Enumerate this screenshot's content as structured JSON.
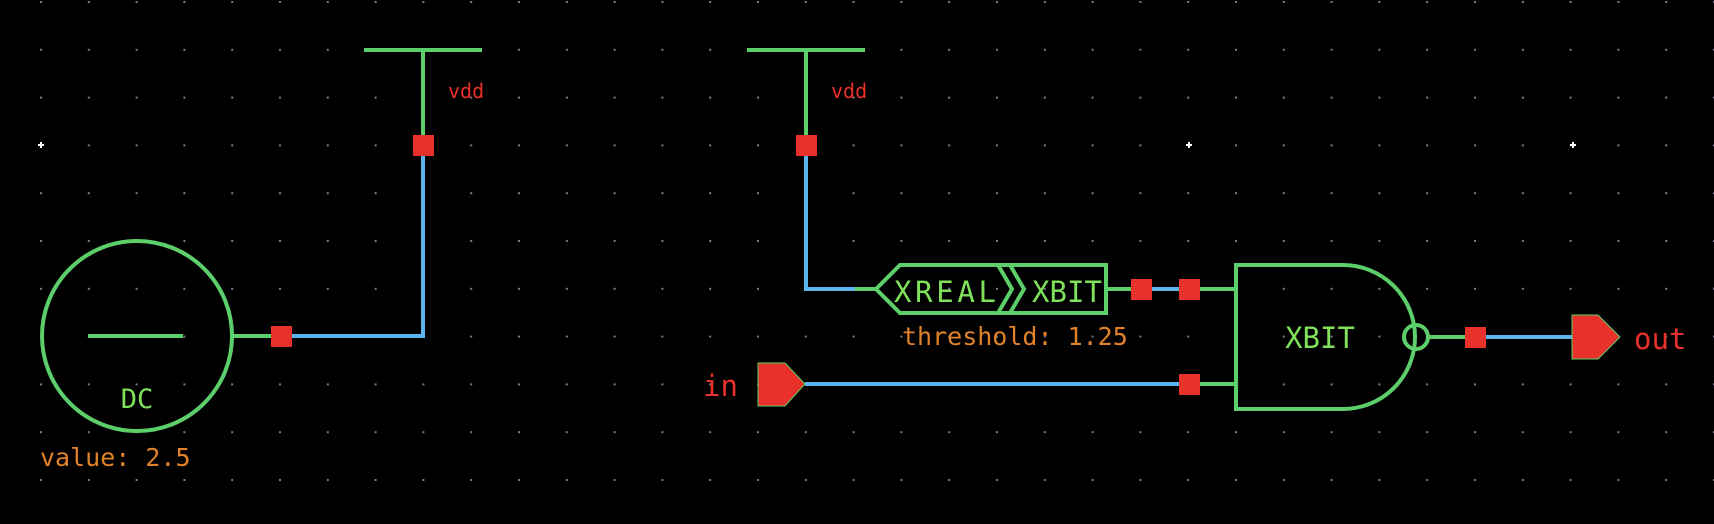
{
  "colors": {
    "background": "#000000",
    "grid_dot": "#7a7a8c",
    "grid_marker": "#ffffff",
    "symbol": "#5ccf6a",
    "wire": "#5ab4ee",
    "pin": "#e8312a",
    "net_label": "#e8312a",
    "symbol_text": "#7fe25a",
    "param_text": "#e0822a"
  },
  "schematic": {
    "supplies": [
      {
        "id": "vdd-left",
        "label": "vdd"
      },
      {
        "id": "vdd-right",
        "label": "vdd"
      }
    ],
    "dc_source": {
      "label": "DC",
      "param": "value: 2.5"
    },
    "converter": {
      "left_label": "XREAL",
      "right_label": "XBIT",
      "param": "threshold: 1.25"
    },
    "nand_gate": {
      "label": "XBIT"
    },
    "ports": {
      "input": {
        "label": "in"
      },
      "output": {
        "label": "out"
      }
    }
  }
}
